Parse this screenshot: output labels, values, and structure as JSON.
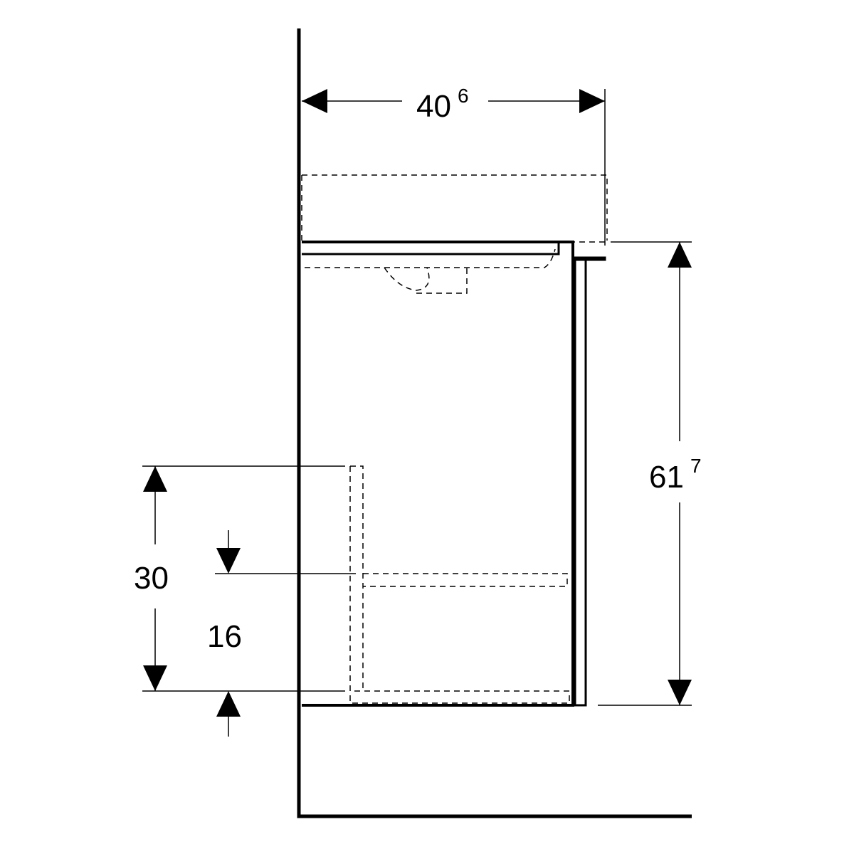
{
  "dimensions": {
    "width_depth": {
      "main": "40",
      "sup": "6"
    },
    "height": {
      "main": "61",
      "sup": "7"
    },
    "drawer_height": {
      "main": "30"
    },
    "lower_offset": {
      "main": "16"
    }
  },
  "colors": {
    "line": "#000000",
    "background": "#ffffff"
  }
}
